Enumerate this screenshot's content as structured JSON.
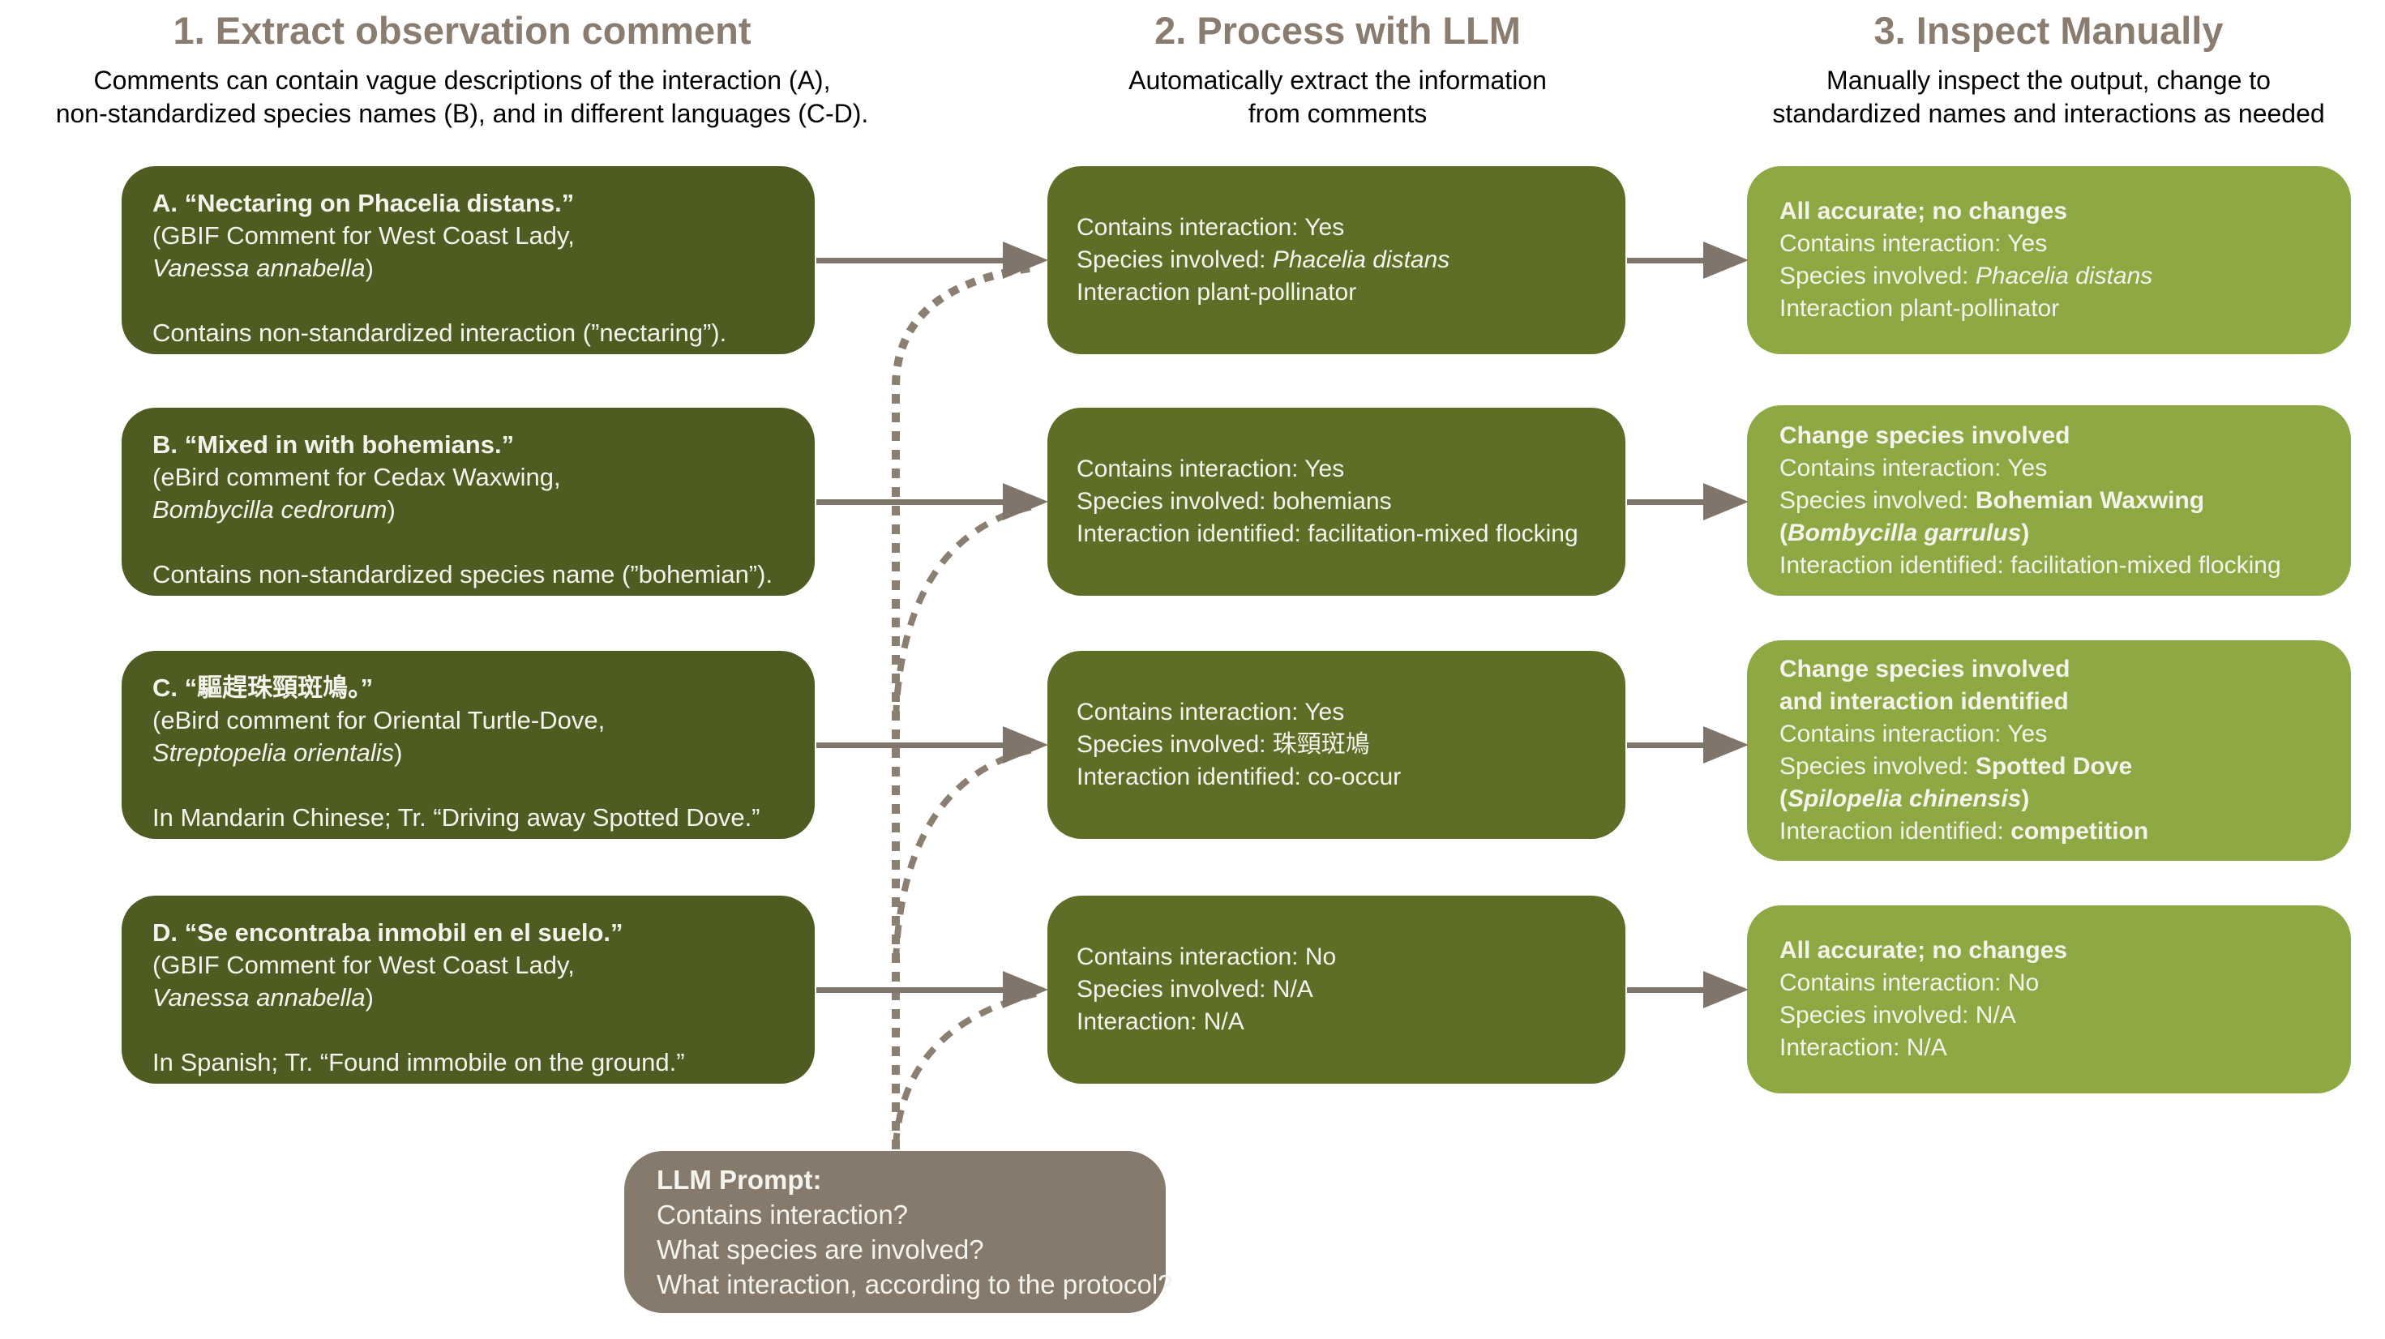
{
  "columns": [
    {
      "title": "1. Extract observation comment",
      "subtitle": "Comments can contain vague descriptions of the interaction (A),\nnon-standardized species names (B), and in different languages (C-D)."
    },
    {
      "title": "2. Process with LLM",
      "subtitle": "Automatically extract the information\nfrom comments"
    },
    {
      "title": "3. Inspect Manually",
      "subtitle": "Manually inspect the output, change to\nstandardized names and interactions as needed"
    }
  ],
  "boxes": {
    "left": [
      {
        "id": "A",
        "lines": [
          [
            {
              "t": "A. “Nectaring on Phacelia distans.”",
              "b": 1
            }
          ],
          [
            {
              "t": "(GBIF Comment for West Coast Lady,"
            }
          ],
          [
            {
              "t": "Vanessa annabella",
              "i": 1
            },
            {
              "t": ")"
            }
          ],
          [],
          [
            {
              "t": "Contains non-standardized interaction (”nectaring”)."
            }
          ]
        ]
      },
      {
        "id": "B",
        "lines": [
          [
            {
              "t": "B. “Mixed in with bohemians.”",
              "b": 1
            }
          ],
          [
            {
              "t": "(eBird comment for Cedax Waxwing,"
            }
          ],
          [
            {
              "t": "Bombycilla cedrorum",
              "i": 1
            },
            {
              "t": ")"
            }
          ],
          [],
          [
            {
              "t": "Contains non-standardized species name (”bohemian”)."
            }
          ]
        ]
      },
      {
        "id": "C",
        "lines": [
          [
            {
              "t": "C. “驅趕珠頸斑鳩。”",
              "b": 1
            }
          ],
          [
            {
              "t": "(eBird comment for Oriental Turtle-Dove,"
            }
          ],
          [
            {
              "t": "Streptopelia orientalis",
              "i": 1
            },
            {
              "t": ")"
            }
          ],
          [],
          [
            {
              "t": "In Mandarin Chinese; Tr. “Driving away Spotted Dove.”"
            }
          ]
        ]
      },
      {
        "id": "D",
        "lines": [
          [
            {
              "t": "D. “Se encontraba inmobil en el suelo.”",
              "b": 1
            }
          ],
          [
            {
              "t": "(GBIF Comment for West Coast Lady,"
            }
          ],
          [
            {
              "t": "Vanessa annabella",
              "i": 1
            },
            {
              "t": ")"
            }
          ],
          [],
          [
            {
              "t": "In Spanish; Tr. “Found immobile on the ground.”"
            }
          ]
        ]
      }
    ],
    "middle": [
      {
        "lines": [
          [
            {
              "t": "Contains interaction: Yes"
            }
          ],
          [
            {
              "t": "Species involved: "
            },
            {
              "t": "Phacelia distans",
              "i": 1
            }
          ],
          [
            {
              "t": "Interaction plant-pollinator"
            }
          ]
        ]
      },
      {
        "lines": [
          [
            {
              "t": "Contains interaction: Yes"
            }
          ],
          [
            {
              "t": "Species involved: bohemians"
            }
          ],
          [
            {
              "t": "Interaction identified: facilitation-mixed flocking"
            }
          ]
        ]
      },
      {
        "lines": [
          [
            {
              "t": "Contains interaction: Yes"
            }
          ],
          [
            {
              "t": "Species involved: 珠頸斑鳩"
            }
          ],
          [
            {
              "t": "Interaction identified: co-occur"
            }
          ]
        ]
      },
      {
        "lines": [
          [
            {
              "t": "Contains interaction: No"
            }
          ],
          [
            {
              "t": "Species involved: N/A"
            }
          ],
          [
            {
              "t": "Interaction: N/A"
            }
          ]
        ]
      }
    ],
    "right": [
      {
        "lines": [
          [
            {
              "t": "All accurate; no changes",
              "b": 1
            }
          ],
          [
            {
              "t": "Contains interaction: Yes"
            }
          ],
          [
            {
              "t": "Species involved: "
            },
            {
              "t": "Phacelia distans",
              "i": 1
            }
          ],
          [
            {
              "t": "Interaction plant-pollinator"
            }
          ]
        ]
      },
      {
        "lines": [
          [
            {
              "t": "Change species involved",
              "b": 1
            }
          ],
          [
            {
              "t": "Contains interaction: Yes"
            }
          ],
          [
            {
              "t": "Species involved: "
            },
            {
              "t": "Bohemian Waxwing",
              "b": 1
            }
          ],
          [
            {
              "t": "(",
              "b": 1
            },
            {
              "t": "Bombycilla garrulus",
              "b": 1,
              "i": 1
            },
            {
              "t": ")",
              "b": 1
            }
          ],
          [
            {
              "t": "Interaction identified: facilitation-mixed flocking"
            }
          ]
        ]
      },
      {
        "lines": [
          [
            {
              "t": "Change species involved",
              "b": 1
            }
          ],
          [
            {
              "t": "and interaction identified",
              "b": 1
            }
          ],
          [
            {
              "t": "Contains interaction: Yes"
            }
          ],
          [
            {
              "t": "Species involved: "
            },
            {
              "t": "Spotted Dove",
              "b": 1
            }
          ],
          [
            {
              "t": "(",
              "b": 1
            },
            {
              "t": "Spilopelia chinensis",
              "b": 1,
              "i": 1
            },
            {
              "t": ")",
              "b": 1
            }
          ],
          [
            {
              "t": "Interaction identified: "
            },
            {
              "t": "competition",
              "b": 1
            }
          ]
        ]
      },
      {
        "lines": [
          [
            {
              "t": "All accurate; no changes",
              "b": 1
            }
          ],
          [
            {
              "t": "Contains interaction: No"
            }
          ],
          [
            {
              "t": "Species involved: N/A"
            }
          ],
          [
            {
              "t": "Interaction: N/A"
            }
          ]
        ]
      }
    ]
  },
  "prompt": {
    "lines": [
      [
        {
          "t": "LLM Prompt:",
          "b": 1
        }
      ],
      [
        {
          "t": "Contains interaction?"
        }
      ],
      [
        {
          "t": "What species are involved?"
        }
      ],
      [
        {
          "t": "What interaction, according to the protocol?"
        }
      ]
    ]
  },
  "colors": {
    "comment-green": "#4e5c22",
    "llm-green": "#5e6e27",
    "review-green": "#8ea944",
    "prompt-brown": "#867a6d",
    "arrow-brown": "#80756a",
    "dash-brown": "#8b7f72",
    "header-brown": "#8a7d70",
    "subtitle-black": "#000000",
    "text-white": "#f4f3ec"
  }
}
